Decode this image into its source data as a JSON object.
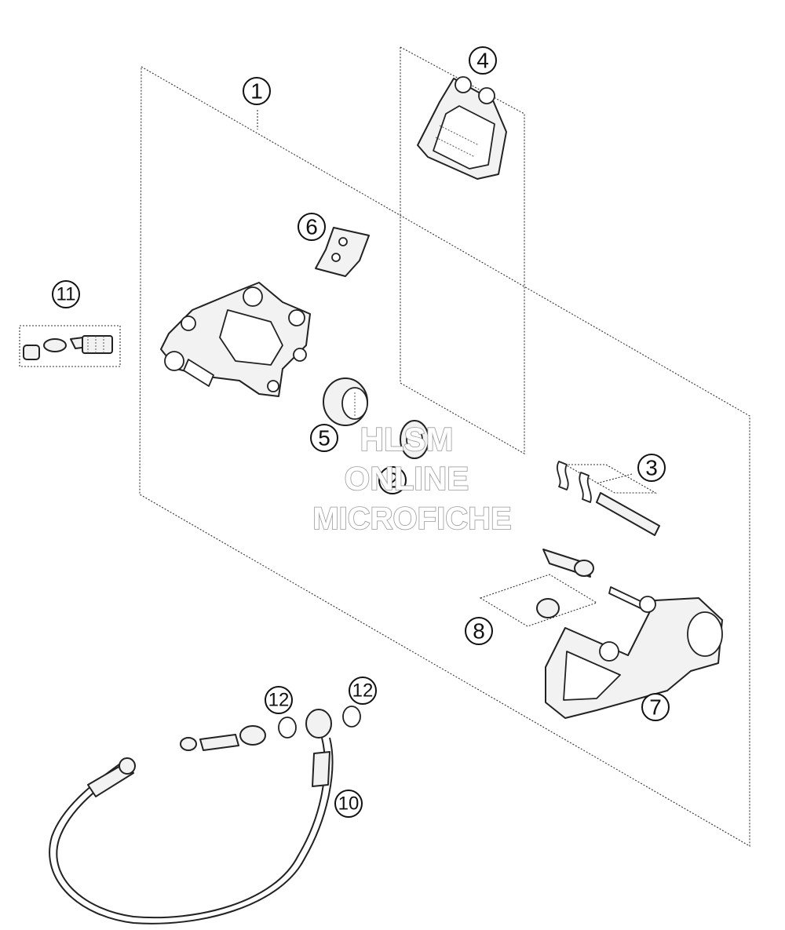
{
  "callouts": {
    "c1": "1",
    "c2": "2",
    "c3": "3",
    "c4": "4",
    "c5": "5",
    "c6": "6",
    "c7": "7",
    "c8": "8",
    "c10": "10",
    "c11": "11",
    "c12a": "12",
    "c12b": "12"
  },
  "watermark": {
    "line1": "HLSM",
    "line2": "ONLINE",
    "line3": "MICROFICHE"
  },
  "colors": {
    "line": "#222222",
    "watermark_outline": "#9a9a9a",
    "background": "#ffffff"
  }
}
